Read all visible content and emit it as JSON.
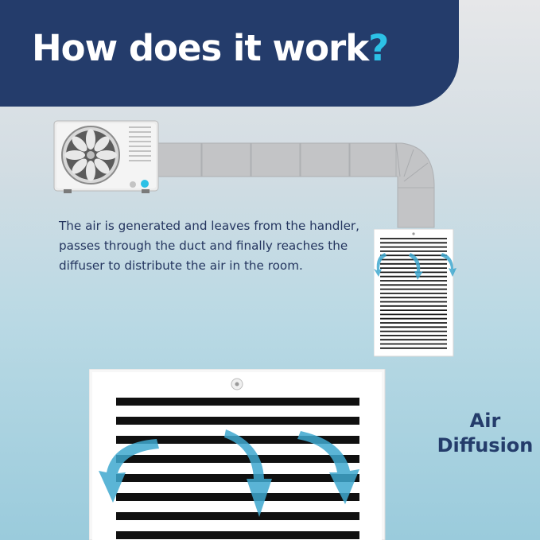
{
  "heading": {
    "text": "How does it work",
    "mark": "?"
  },
  "description": "The air is generated and leaves from the handler, passes through the duct and finally reaches the diffuser to distribute the air in the room.",
  "label": {
    "line1": "Air",
    "line2": "Diffusion"
  },
  "colors": {
    "banner": "#243c6b",
    "accent": "#2cc1e6",
    "text": "#24355f",
    "duct": "#c3c4c6",
    "arrow": "#3ea8cf"
  }
}
